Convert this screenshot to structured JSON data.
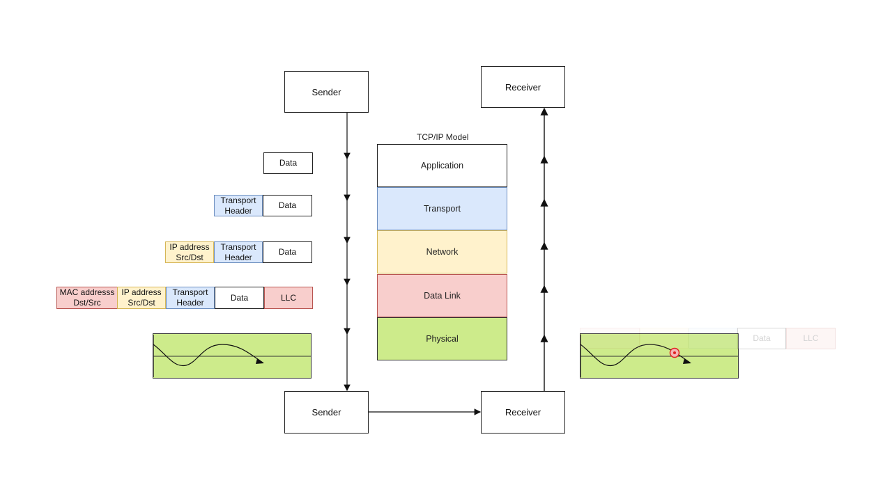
{
  "nodes": {
    "sender_top": "Sender",
    "receiver_top": "Receiver",
    "sender_bottom": "Sender",
    "receiver_bottom": "Receiver"
  },
  "model": {
    "title": "TCP/IP Model",
    "layers": [
      "Application",
      "Transport",
      "Network",
      "Data Link",
      "Physical"
    ]
  },
  "encapsulation": {
    "row1": {
      "data": "Data"
    },
    "row2": {
      "transport": "Transport\nHeader",
      "data": "Data"
    },
    "row3": {
      "ip": "IP address\nSrc/Dst",
      "transport": "Transport\nHeader",
      "data": "Data"
    },
    "row4": {
      "mac": "MAC addresss\nDst/Src",
      "ip": "IP address\nSrc/Dst",
      "transport": "Transport\nHeader",
      "data": "Data",
      "llc": "LLC"
    }
  },
  "faded_frame": {
    "data": "Data",
    "llc": "LLC"
  },
  "colors": {
    "transport": "#dae8fc",
    "network": "#fff2cc",
    "datalink": "#f8cecc",
    "physical": "#cdeb8b",
    "cursor": "#e02020"
  }
}
